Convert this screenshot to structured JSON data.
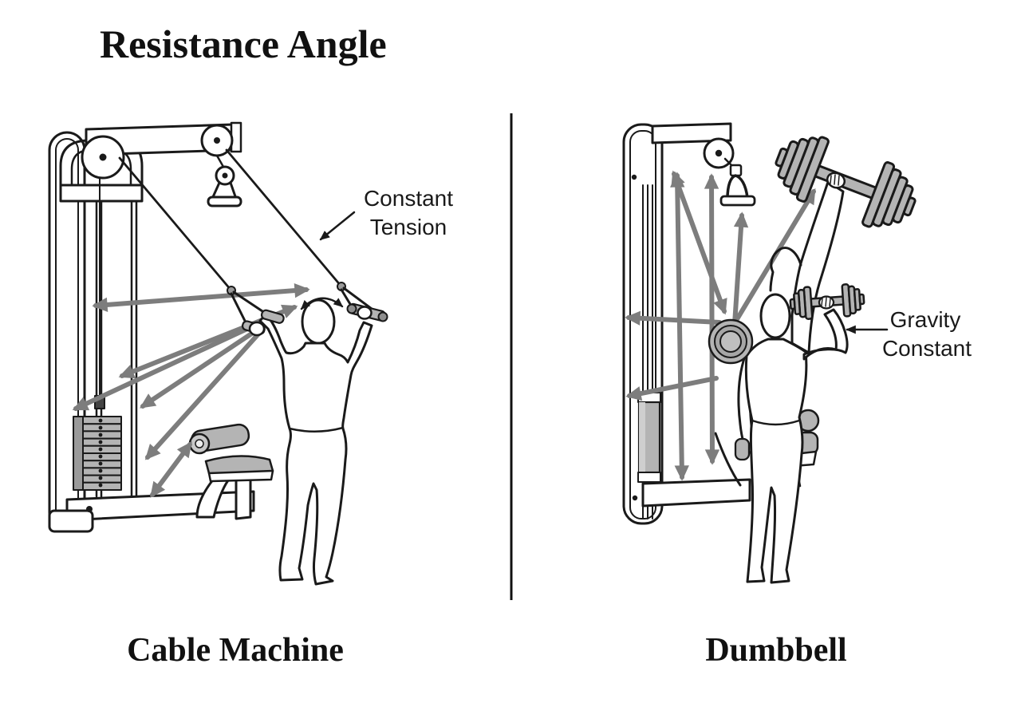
{
  "title": "Resistance Angle",
  "panels": {
    "left": {
      "caption": "Cable Machine",
      "annotation": [
        "Constant",
        "Tension"
      ]
    },
    "right": {
      "caption": "Dumbbell",
      "annotation": [
        "Gravity",
        "Constant"
      ]
    }
  },
  "colors": {
    "ink": "#1a1a1a",
    "arrow_gray": "#7d7d7d",
    "equipment_gray": "#b4b4b4",
    "equipment_gray_dark": "#9a9a9a",
    "equipment_gray_light": "#cfcfcf",
    "background": "#ffffff"
  }
}
